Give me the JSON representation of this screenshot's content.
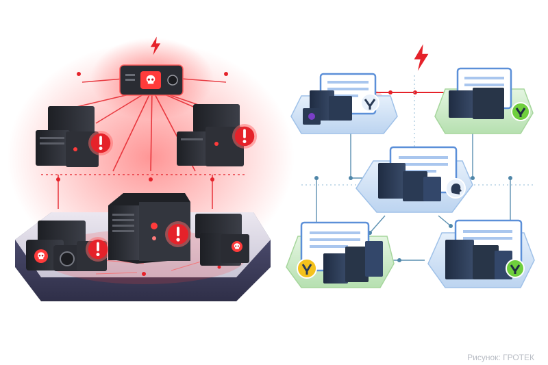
{
  "credit": "Рисунок: ГРОТЕК",
  "colors": {
    "danger": "#e5222a",
    "danger_glow": "#ff5a5a",
    "platform_dark": "#3c3c58",
    "platform_light": "#6c6c8a",
    "server_dark": "#25272d",
    "server_mid": "#3a3d45",
    "blue_tile": "#cfe1f7",
    "green_tile": "#cdebc9",
    "screen_blue": "#5b8fd8",
    "server_blue": "#2a3a54",
    "line_blue": "#5a8fb0",
    "badge_yellow": "#f4c21d",
    "badge_green": "#6fcf3d",
    "badge_blue": "#e9f1fb"
  },
  "left_panel": {
    "icons": [
      "lightning-bolt-icon",
      "skull-icon",
      "warning-icon"
    ],
    "warning_badges": 4,
    "state": "failure"
  },
  "right_panel": {
    "icons": [
      "lightning-bolt-icon",
      "shield-icon",
      "head-profile-icon"
    ],
    "nodes": [
      {
        "id": "top-left",
        "tile": "blue",
        "badge": "badge_blue"
      },
      {
        "id": "top-right",
        "tile": "green",
        "badge": "badge_green"
      },
      {
        "id": "center",
        "tile": "blue",
        "badge": "badge_blue"
      },
      {
        "id": "bottom-left",
        "tile": "green",
        "badge": "badge_yellow"
      },
      {
        "id": "bottom-right",
        "tile": "blue",
        "badge": "badge_green"
      }
    ],
    "state": "resilient"
  }
}
